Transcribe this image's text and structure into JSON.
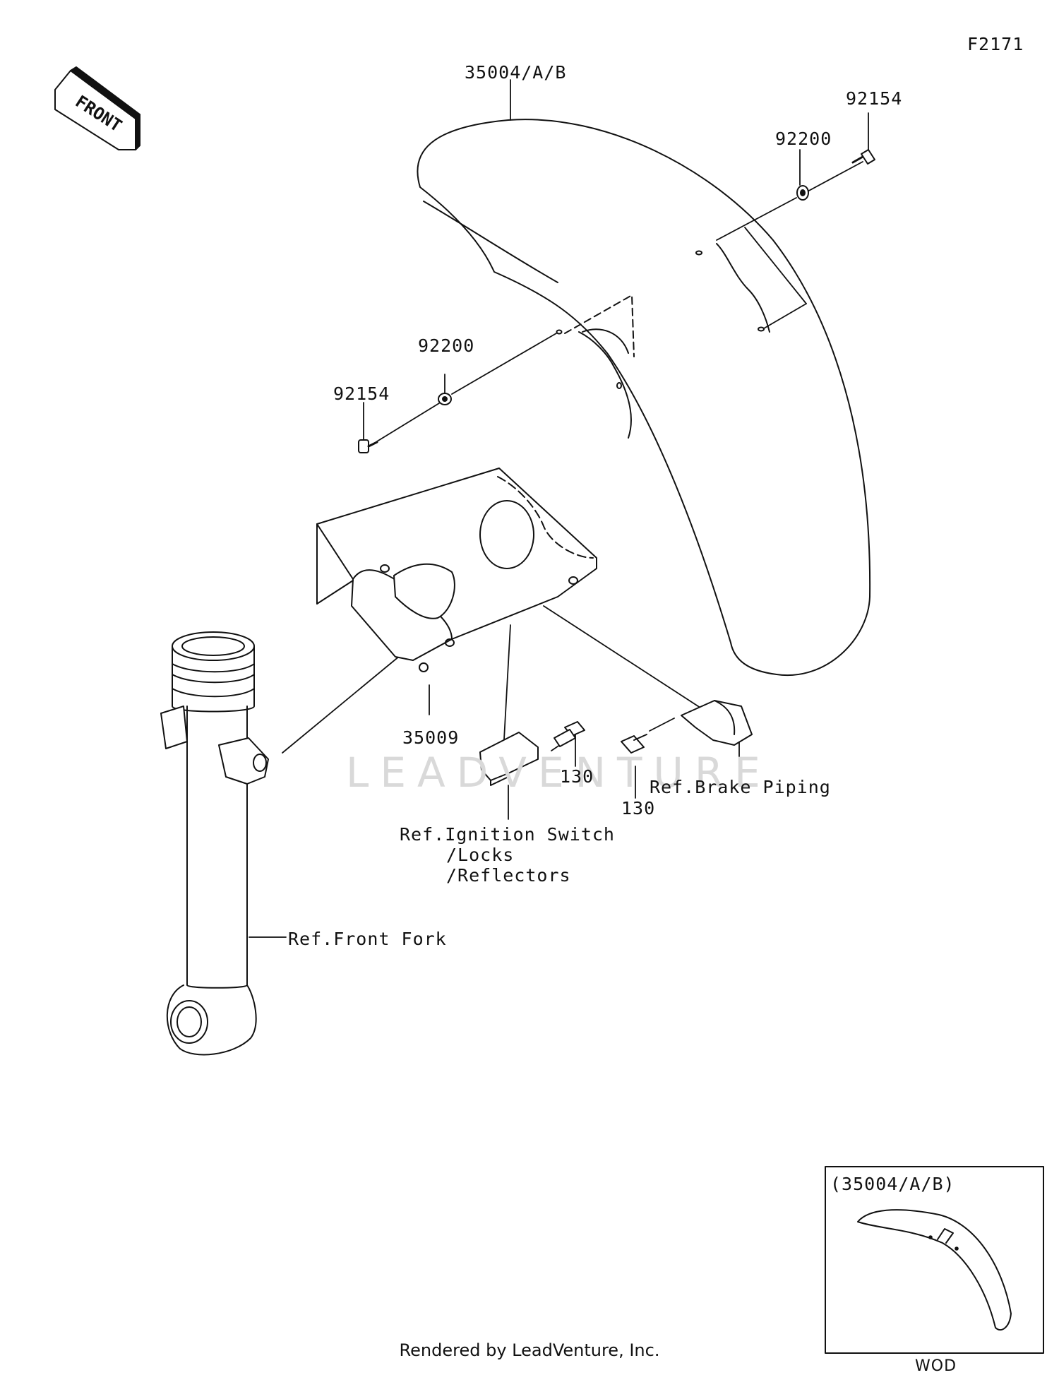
{
  "figure_id": "F2171",
  "front_marker": "FRONT",
  "callouts": {
    "fender": "35004/A/B",
    "bolt_right": "92154",
    "washer_right": "92200",
    "washer_left": "92200",
    "bolt_left": "92154",
    "bracket": "35009",
    "bolt_center": "130",
    "bolt_clamp": "130",
    "ref_brake": "Ref.Brake Piping",
    "ref_ignition_1": "Ref.Ignition Switch",
    "ref_ignition_2": "/Locks",
    "ref_ignition_3": "/Reflectors",
    "ref_fork": "Ref.Front Fork"
  },
  "inset": {
    "title": "(35004/A/B)",
    "caption": "WOD"
  },
  "watermark": "LEADVENTURE",
  "footer": "Rendered by LeadVenture, Inc."
}
